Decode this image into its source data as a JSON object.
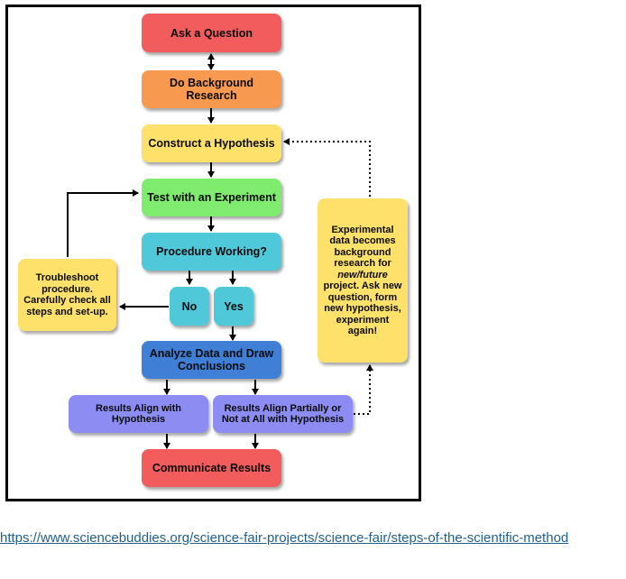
{
  "steps": {
    "ask": "Ask a Question",
    "research": "Do Background Research",
    "hypothesis": "Construct a Hypothesis",
    "test": "Test with an Experiment",
    "procedure": "Procedure Working?",
    "no": "No",
    "yes": "Yes",
    "analyze": "Analyze Data and Draw Conclusions",
    "align": "Results Align with Hypothesis",
    "partial": "Results Align Partially or Not at All with Hypothesis",
    "communicate": "Communicate Results"
  },
  "notes": {
    "troubleshoot": "Troubleshoot procedure. Carefully check all steps and set-up.",
    "feedback_before": "Experimental data becomes background research for",
    "feedback_italic": "new/future",
    "feedback_after": "project. Ask new question, form new hypothesis, experiment again!"
  },
  "colors": {
    "ask": "#f25c5c",
    "research": "#f79a4f",
    "hypothesis": "#fde16a",
    "test": "#7fec6f",
    "procedure": "#4fc9d9",
    "analyze": "#3f7fd6",
    "results": "#8d8cf2"
  },
  "source_link": "https://www.sciencebuddies.org/science-fair-projects/science-fair/steps-of-the-scientific-method"
}
